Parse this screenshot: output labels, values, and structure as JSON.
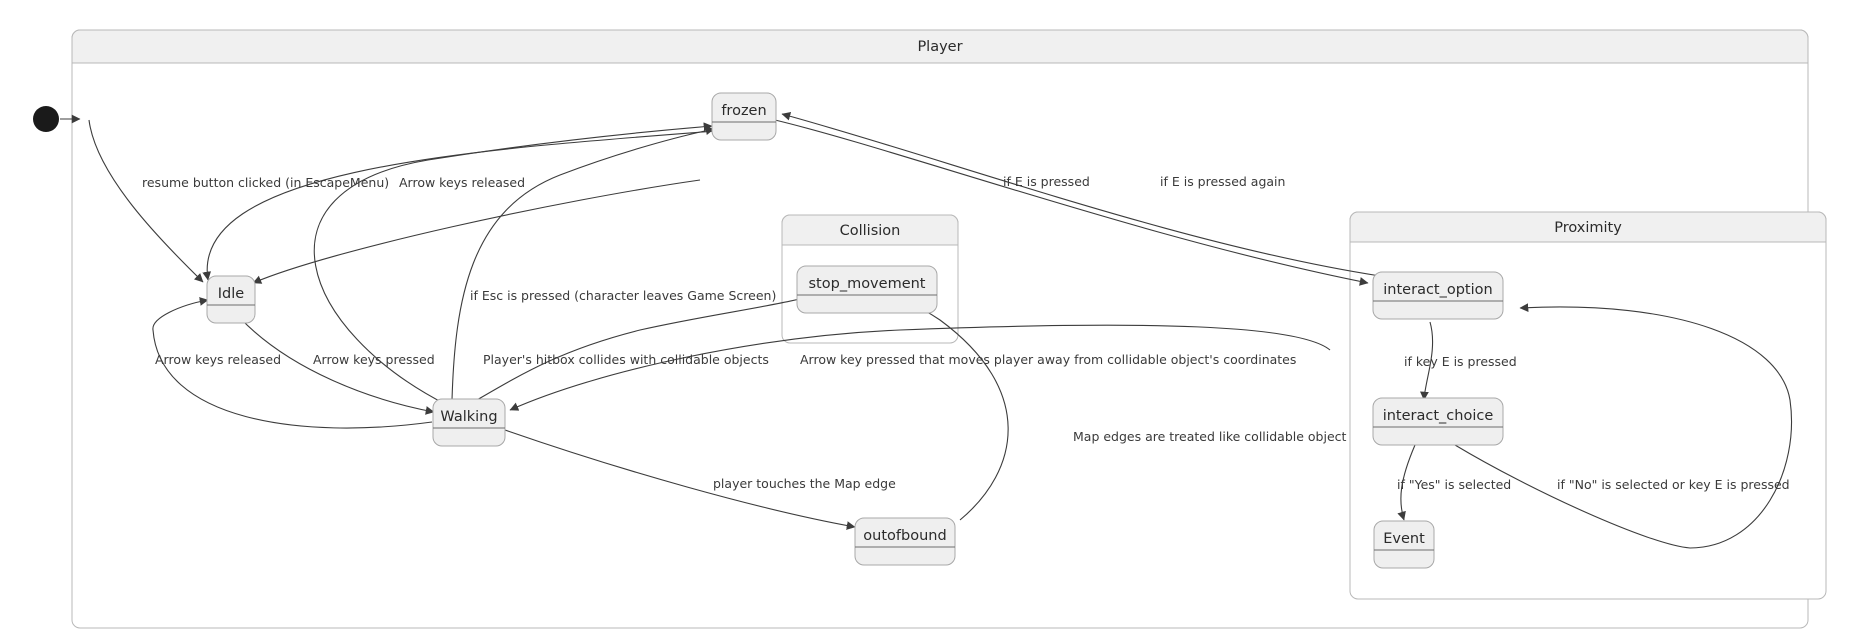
{
  "diagram": {
    "type": "state-machine",
    "title": "Player",
    "background": "#ffffff",
    "node_fill": "#efefef",
    "node_stroke": "#a8a8a8",
    "frame_header_fill": "#f0f0f0",
    "edge_color": "#3c3c3c"
  },
  "frames": [
    {
      "id": "player",
      "title": "Player"
    },
    {
      "id": "collision",
      "title": "Collision"
    },
    {
      "id": "proximity",
      "title": "Proximity"
    }
  ],
  "start_node": {
    "name": "initial-state"
  },
  "states": [
    {
      "id": "frozen",
      "label": "frozen"
    },
    {
      "id": "idle",
      "label": "Idle"
    },
    {
      "id": "walking",
      "label": "Walking"
    },
    {
      "id": "outofbound",
      "label": "outofbound"
    },
    {
      "id": "stop_movement",
      "label": "stop_movement"
    },
    {
      "id": "interact_option",
      "label": "interact_option"
    },
    {
      "id": "interact_choice",
      "label": "interact_choice"
    },
    {
      "id": "event",
      "label": "Event"
    }
  ],
  "transitions": [
    {
      "id": "t1",
      "label": "resume button clicked (in EscapeMenu)"
    },
    {
      "id": "t2",
      "label": "Arrow keys released"
    },
    {
      "id": "t3",
      "label": "if Esc is pressed (character leaves Game Screen)"
    },
    {
      "id": "t4",
      "label": "Arrow keys released"
    },
    {
      "id": "t5",
      "label": "Arrow keys pressed"
    },
    {
      "id": "t6",
      "label": "Player's hitbox collides with collidable objects"
    },
    {
      "id": "t7",
      "label": "Arrow key pressed that moves player away from collidable object's coordinates"
    },
    {
      "id": "t8",
      "label": "if E is pressed"
    },
    {
      "id": "t9",
      "label": "if E is pressed again"
    },
    {
      "id": "t10",
      "label": "if key E is pressed"
    },
    {
      "id": "t11",
      "label": "if \"Yes\" is selected"
    },
    {
      "id": "t12",
      "label": "if \"No\" is selected or key E is pressed"
    },
    {
      "id": "t13",
      "label": "player touches the Map edge"
    },
    {
      "id": "t14",
      "label": "Map edges are  treated like collidable object"
    }
  ]
}
